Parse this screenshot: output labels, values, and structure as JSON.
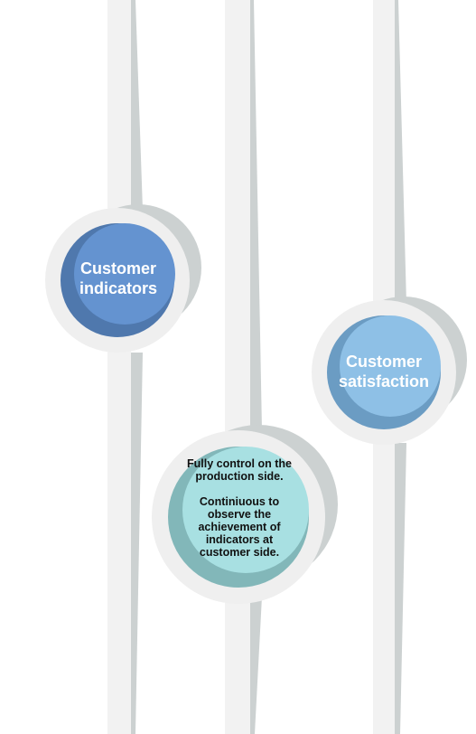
{
  "nodes": [
    {
      "id": "customer-indicators",
      "label_line1": "Customer",
      "label_line2": "indicators",
      "color": "#6493d0"
    },
    {
      "id": "customer-satisfaction",
      "label_line1": "Customer",
      "label_line2": "satisfaction",
      "color": "#8ec0e6"
    },
    {
      "id": "production-control",
      "paragraph1": "Fully control on the production side.",
      "paragraph2": "Continiuous to observe the achievement of indicators at customer side.",
      "color": "#a8e0e2"
    }
  ],
  "colors": {
    "track": "#f2f2f2",
    "track_shadow": "#ccd1d1",
    "ring": "#efefef",
    "text_light": "#ffffff",
    "text_dark": "#111111"
  }
}
